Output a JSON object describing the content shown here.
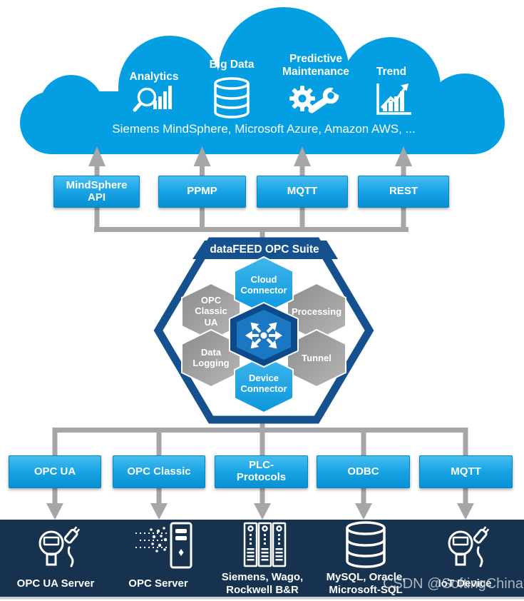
{
  "cloud": {
    "services": [
      {
        "label": "Analytics",
        "icon": "analytics-icon"
      },
      {
        "label": "Big Data",
        "icon": "big-data-icon"
      },
      {
        "label": "Predictive Maintenance",
        "icon": "predictive-maintenance-icon"
      },
      {
        "label": "Trend",
        "icon": "trend-icon"
      }
    ],
    "platforms": "Siemens MindSphere, Microsoft Azure, Amazon AWS, ..."
  },
  "top_protocols": [
    {
      "label": "MindSphere API"
    },
    {
      "label": "PPMP"
    },
    {
      "label": "MQTT"
    },
    {
      "label": "REST"
    }
  ],
  "suite": {
    "banner": "dataFEED OPC Suite",
    "modules": [
      {
        "label": "Cloud Connector"
      },
      {
        "label": "OPC Classic UA"
      },
      {
        "label": "Processing"
      },
      {
        "label": "Data Logging"
      },
      {
        "label": "Tunnel"
      },
      {
        "label": "Device Connector"
      }
    ]
  },
  "bottom_protocols": [
    {
      "label": "OPC UA"
    },
    {
      "label": "OPC Classic"
    },
    {
      "label": "PLC-Protocols"
    },
    {
      "label": "ODBC"
    },
    {
      "label": "MQTT"
    }
  ],
  "devices": [
    {
      "label": "OPC UA Server",
      "icon": "sensor-plug-icon"
    },
    {
      "label": "OPC Server",
      "icon": "server-tower-icon"
    },
    {
      "label": "Siemens, Wago, Rockwell B&R",
      "icon": "plc-rack-icon"
    },
    {
      "label": "MySQL, Oracle, Microsoft-SQL",
      "icon": "database-icon"
    },
    {
      "label": "IoT Device",
      "icon": "sensor-plug-icon"
    }
  ],
  "watermark": {
    "text": "CSDN @SoftingChina"
  },
  "colors": {
    "cloud_blue": "#049FE3",
    "button_blue": "#0E9BDE",
    "hex_dark_blue": "#15518E",
    "hub_blue": "#1B77C2",
    "module_gray": "#9B9B9B",
    "connector_gray": "#A6A6A6",
    "devices_bar_navy": "#16324F"
  }
}
